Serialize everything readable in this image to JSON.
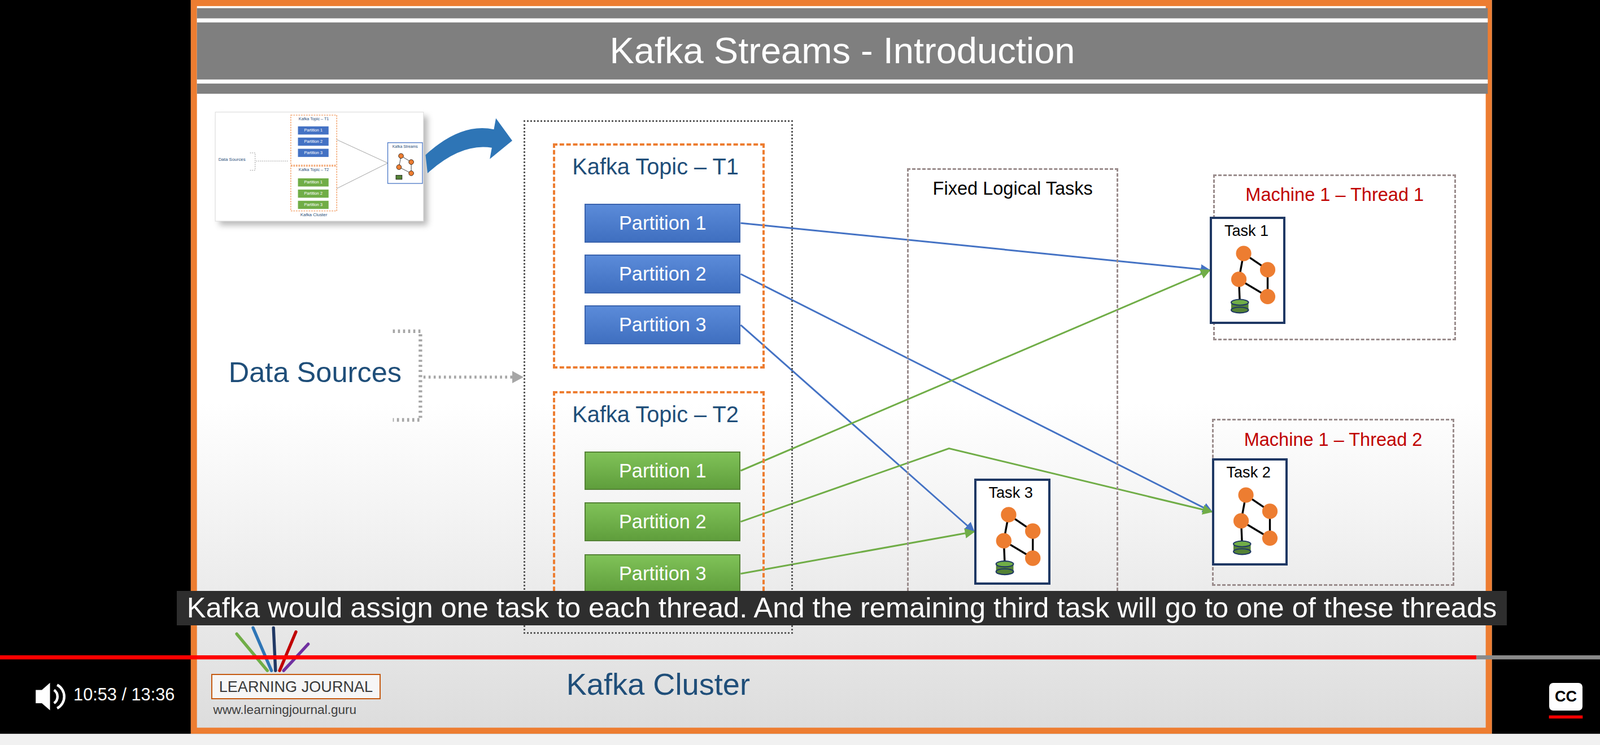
{
  "diagram": {
    "title": "Kafka Streams - Introduction",
    "nodes": [
      {
        "text": [
          "Kafka Cluster"
        ]
      },
      {
        "text": [
          "Kafka Topic – T1"
        ],
        "in": 0
      },
      {
        "text": [
          "Partition 1"
        ],
        "in": 1
      },
      {
        "text": [
          "Partition 2"
        ],
        "in": 1
      },
      {
        "text": [
          "Partition 3"
        ],
        "in": 1
      },
      {
        "text": [
          "Kafka Topic – T2"
        ],
        "in": 0
      },
      {
        "text": [
          "Partition 1"
        ],
        "in": 5
      },
      {
        "text": [
          "Partition 2"
        ],
        "in": 5
      },
      {
        "text": [
          "Partition 3"
        ],
        "in": 5
      },
      {
        "text": [
          "Fixed Logical Tasks"
        ]
      },
      {
        "text": [
          "Task 3"
        ],
        "in": 9
      },
      {
        "text": [
          "Machine 1 – Thread 1"
        ]
      },
      {
        "text": [
          "Task 1"
        ],
        "in": 11
      },
      {
        "text": [
          "Machine 1 – Thread 2"
        ]
      },
      {
        "text": [
          "Task 2"
        ],
        "in": 13
      }
    ],
    "edges": [
      {
        "from": 2,
        "to": 12,
        "arrow": "to"
      },
      {
        "from": 3,
        "to": 14,
        "arrow": "to"
      },
      {
        "from": 4,
        "to": 10,
        "arrow": "to"
      },
      {
        "from": 6,
        "to": 12,
        "arrow": "to"
      },
      {
        "from": 7,
        "to": 14,
        "arrow": "to"
      },
      {
        "from": 8,
        "to": 10,
        "arrow": "to"
      }
    ],
    "labels": [
      "Data Sources",
      "Kafka Topic – T1",
      "Partition 1",
      "Partition 2",
      "Partition 3",
      "Kafka Topic – T2",
      "Partition 1",
      "Partition 2",
      "Partition 3",
      "Kafka Streams",
      "Kafka Cluster",
      "Data Sources",
      "Kafka would assign one task to each thread. And the remaining third task will go to one of these threads",
      "LEARNING JOURNAL",
      "www.learningjournal.guru",
      "10:53 / 13:36",
      "CC"
    ]
  }
}
